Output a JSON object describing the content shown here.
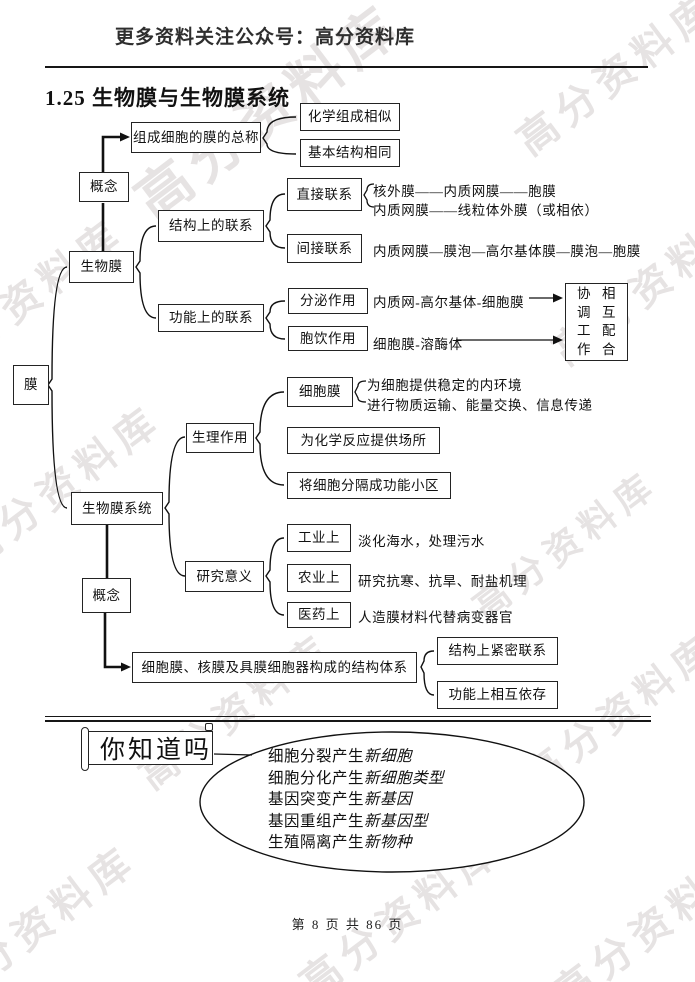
{
  "watermark": {
    "text": "高分资料库"
  },
  "header": {
    "notice": "更多资料关注公众号：高分资料库"
  },
  "title": {
    "text": "1.25 生物膜与生物膜系统"
  },
  "diagram": {
    "root": "膜",
    "concept_top": "概念",
    "concept_bottom": "概念",
    "membrane": {
      "label": "生物膜",
      "definition": "组成细胞的膜的总称",
      "definition_points": [
        "化学组成相似",
        "基本结构相同"
      ],
      "structural": {
        "label": "结构上的联系",
        "direct": "直接联系",
        "direct_lines": [
          "核外膜——内质网膜——胞膜",
          "内质网膜——线粒体外膜（或相依）"
        ],
        "indirect": "间接联系",
        "indirect_text": "内质网膜—膜泡—高尔基体膜—膜泡—胞膜"
      },
      "functional": {
        "label": "功能上的联系",
        "secretion": "分泌作用",
        "secretion_text": "内质网-高尔基体-细胞膜",
        "pinocytosis": "胞饮作用",
        "pinocytosis_text": "细胞膜-溶酶体",
        "result_left": "协调工作",
        "result_right": "相互配合"
      }
    },
    "system": {
      "label": "生物膜系统",
      "physiology": {
        "label": "生理作用",
        "cell_membrane": "细胞膜",
        "cm_points": [
          "为细胞提供稳定的内环境",
          "进行物质运输、能量交换、信息传递"
        ],
        "reaction_site": "为化学反应提供场所",
        "compartment": "将细胞分隔成功能小区"
      },
      "research": {
        "label": "研究意义",
        "items": [
          {
            "field": "工业上",
            "desc": "淡化海水，处理污水"
          },
          {
            "field": "农业上",
            "desc": "研究抗寒、抗旱、耐盐机理"
          },
          {
            "field": "医药上",
            "desc": "人造膜材料代替病变器官"
          }
        ]
      },
      "structure_system": "细胞膜、核膜及具膜细胞器构成的结构体系",
      "structure_points": [
        "结构上紧密联系",
        "功能上相互依存"
      ]
    }
  },
  "know": {
    "banner": "你知道吗",
    "facts": [
      {
        "prefix": "细胞分裂产生",
        "em": "新细胞"
      },
      {
        "prefix": "细胞分化产生",
        "em": "新细胞类型"
      },
      {
        "prefix": "基因突变产生",
        "em": "新基因"
      },
      {
        "prefix": "基因重组产生",
        "em": "新基因型"
      },
      {
        "prefix": "生殖隔离产生",
        "em": "新物种"
      }
    ]
  },
  "footer": {
    "page_info": "第 8 页 共 86 页"
  }
}
